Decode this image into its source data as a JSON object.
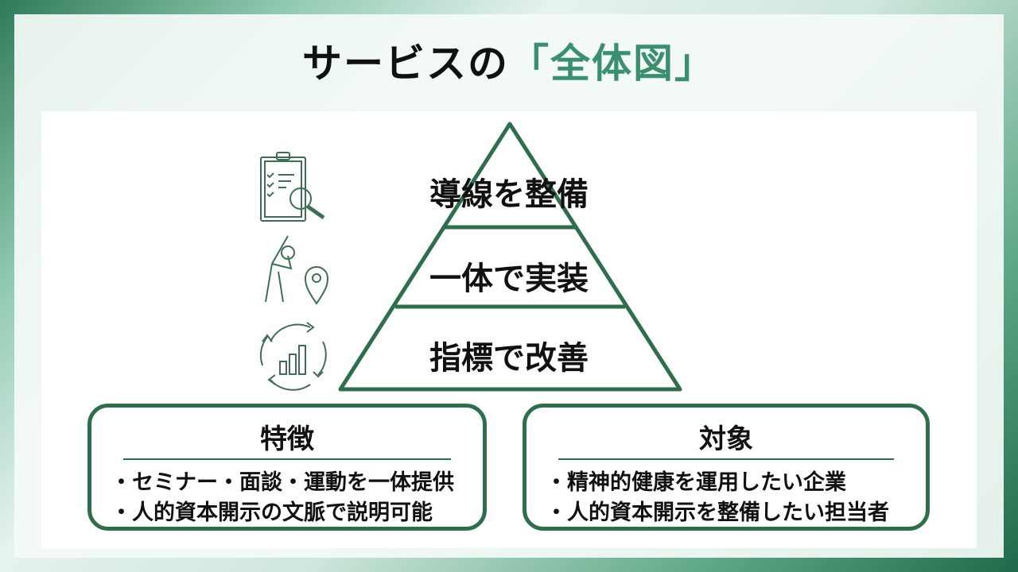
{
  "slide": {
    "title_main": "サービスの",
    "title_accent": "「全体図」",
    "pyramid": {
      "tiers": [
        "導線を整備",
        "一体で実装",
        "指標で改善"
      ],
      "icons": [
        "clipboard-search-icon",
        "stretching-person-location-icon",
        "cycle-bar-chart-icon"
      ]
    },
    "features": {
      "heading": "特徴",
      "items": [
        "セミナー・面談・運動を一体提供",
        "人的資本開示の文脈で説明可能"
      ]
    },
    "target": {
      "heading": "対象",
      "items": [
        "精神的健康を運用したい企業",
        "人的資本開示を整備したい担当者"
      ]
    },
    "colors": {
      "accent": "#3a8f6e",
      "border": "#2f6e4c"
    }
  }
}
